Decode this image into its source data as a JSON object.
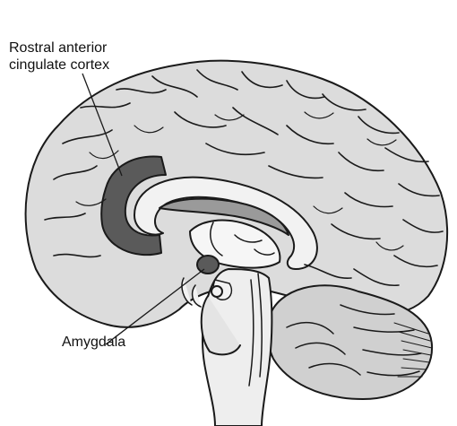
{
  "labels": {
    "rostral_anterior_cingulate_line1": "Rostral anterior",
    "rostral_anterior_cingulate_line2": "cingulate cortex",
    "amygdala": "Amygdala"
  },
  "colors": {
    "background": "#ffffff",
    "brain_fill": "#dcdcdc",
    "outline": "#1a1a1a",
    "highlight_dark": "#5a5a5a",
    "mid_gray": "#9a9a9a",
    "light_fill": "#f2f2f2"
  }
}
